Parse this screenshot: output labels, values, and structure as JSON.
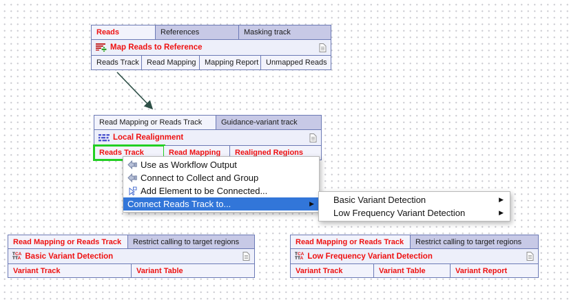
{
  "colors": {
    "node_border": "#6b79b5",
    "cell_lavender": "#c7c9e6",
    "cell_light": "#f2f3fc",
    "title_bg": "#edeffa",
    "red_text": "#ee1111",
    "menu_highlight_blue": "#3276d9",
    "selection_green": "#22cf22",
    "arrow_color": "#2e5047"
  },
  "nodes": {
    "map_reads": {
      "title": "Map Reads to Reference",
      "icon": "map-reads-icon",
      "doc_icon": "document-icon",
      "inputs": [
        {
          "label": "Reads"
        },
        {
          "label": "References"
        },
        {
          "label": "Masking track"
        }
      ],
      "outputs": [
        {
          "label": "Reads Track"
        },
        {
          "label": "Read Mapping"
        },
        {
          "label": "Mapping Report"
        },
        {
          "label": "Unmapped Reads"
        }
      ]
    },
    "local_realignment": {
      "title": "Local Realignment",
      "icon": "local-realignment-icon",
      "doc_icon": "document-icon",
      "inputs": [
        {
          "label": "Read Mapping or Reads Track"
        },
        {
          "label": "Guidance-variant track"
        }
      ],
      "outputs": [
        {
          "label": "Reads Track"
        },
        {
          "label": "Read Mapping"
        },
        {
          "label": "Realigned Regions"
        }
      ]
    },
    "basic_variant": {
      "title": "Basic Variant Detection",
      "icon": "variant-detection-icon",
      "doc_icon": "document-icon",
      "inputs": [
        {
          "label": "Read Mapping or Reads Track"
        },
        {
          "label": "Restrict calling to target regions"
        }
      ],
      "outputs": [
        {
          "label": "Variant Track"
        },
        {
          "label": "Variant Table"
        }
      ]
    },
    "low_freq_variant": {
      "title": "Low Frequency Variant Detection",
      "icon": "variant-detection-icon",
      "doc_icon": "document-icon",
      "inputs": [
        {
          "label": "Read Mapping or Reads Track"
        },
        {
          "label": "Restrict calling to target regions"
        }
      ],
      "outputs": [
        {
          "label": "Variant Track"
        },
        {
          "label": "Variant Table"
        },
        {
          "label": "Variant Report"
        }
      ]
    }
  },
  "variant_icon_text": {
    "line1_black": "T",
    "line1_red": "CA",
    "line2_black": "TT",
    "line2_red": "A"
  },
  "context_menu": {
    "items": [
      {
        "label": "Use as Workflow Output",
        "icon": "workflow-output-icon"
      },
      {
        "label": "Connect to Collect and Group",
        "icon": "collect-and-group-icon"
      },
      {
        "label": "Add Element to be Connected...",
        "icon": "add-element-icon"
      },
      {
        "label": "Connect Reads Track to...",
        "highlighted": true,
        "arrow": "▶"
      }
    ]
  },
  "submenu": {
    "items": [
      {
        "label": "Basic Variant Detection",
        "arrow": "▶"
      },
      {
        "label": "Low Frequency Variant Detection",
        "arrow": "▶"
      }
    ]
  }
}
